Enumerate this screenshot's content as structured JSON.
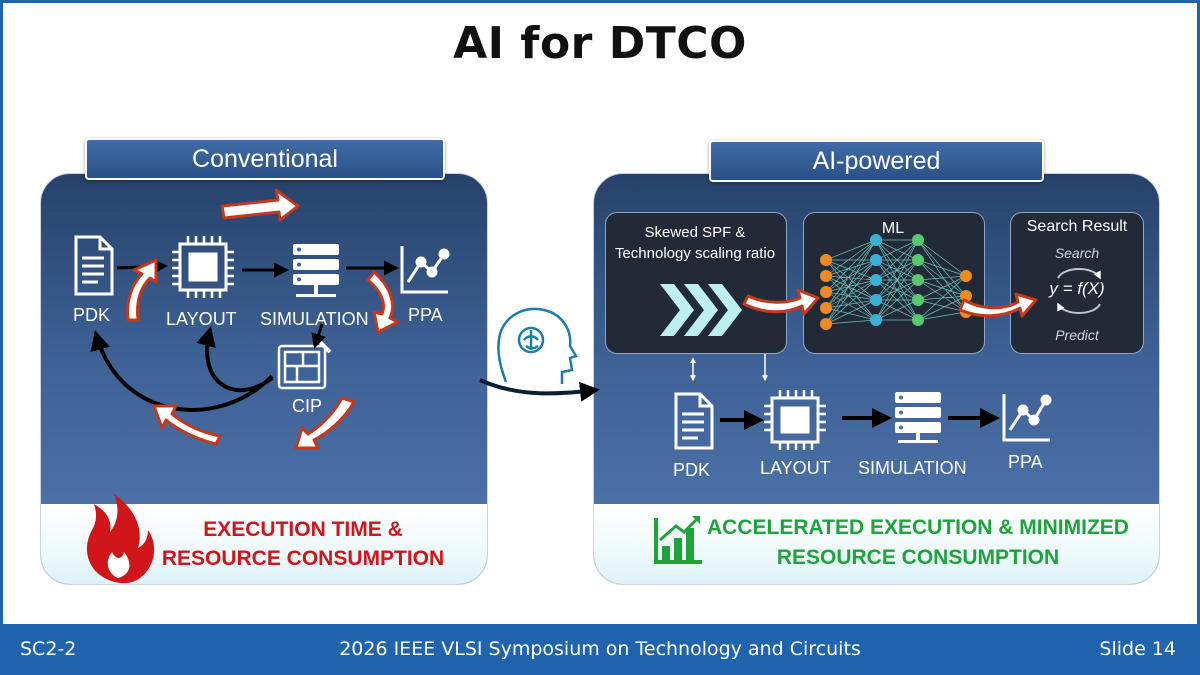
{
  "title": "AI for DTCO",
  "conventional": {
    "tab_label": "Conventional",
    "nodes": {
      "pdk": "PDK",
      "layout": "LAYOUT",
      "simulation": "SIMULATION",
      "ppa": "PPA",
      "cip": "CIP"
    },
    "bottom_line1": "EXECUTION TIME &",
    "bottom_line2": "RESOURCE CONSUMPTION"
  },
  "ai_powered": {
    "tab_label": "AI-powered",
    "input_box": {
      "line1": "Skewed SPF &",
      "line2": "Technology scaling ratio"
    },
    "ml_box": {
      "label": "ML"
    },
    "result_box": {
      "title": "Search Result",
      "search": "Search",
      "formula": "y = f(X)",
      "predict": "Predict"
    },
    "nodes": {
      "pdk": "PDK",
      "layout": "LAYOUT",
      "simulation": "SIMULATION",
      "ppa": "PPA"
    },
    "bottom_line1": "ACCELERATED EXECUTION & MINIMIZED",
    "bottom_line2": "RESOURCE CONSUMPTION"
  },
  "footer": {
    "left": "SC2-2",
    "center": "2026 IEEE VLSI Symposium on Technology and Circuits",
    "right": "Slide 14"
  },
  "colors": {
    "footer_bar": "#1f64ad",
    "warning_text": "#d0161b",
    "success_text": "#1ea43b",
    "panel_top": "#26426a",
    "panel_bottom": "#5279b1",
    "cycle_arrow_outline": "#c4381c"
  },
  "icons": {
    "pdk": "document-icon",
    "layout": "chip-icon",
    "simulation": "server-icon",
    "ppa": "line-chart-icon",
    "cip": "blueprint-icon",
    "ai": "brain-head-icon",
    "fire": "flame-icon",
    "growth": "bar-chart-growth-icon"
  }
}
